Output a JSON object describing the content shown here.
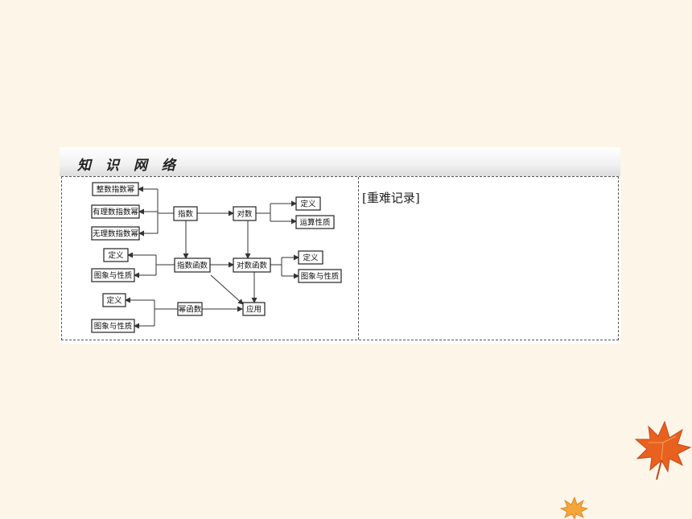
{
  "panel": {
    "banner_title": "知 识 网 络",
    "notes_title": "[重难记录]"
  },
  "diagram": {
    "nodes": [
      {
        "id": "int_exp",
        "label": "整数指数幂"
      },
      {
        "id": "rat_exp",
        "label": "有理数指数幂"
      },
      {
        "id": "irr_exp",
        "label": "无理数指数幂"
      },
      {
        "id": "exponent",
        "label": "指数"
      },
      {
        "id": "log",
        "label": "对数"
      },
      {
        "id": "log_def",
        "label": "定义"
      },
      {
        "id": "log_ops",
        "label": "运算性质"
      },
      {
        "id": "exp_def",
        "label": "定义"
      },
      {
        "id": "exp_graph",
        "label": "图象与性质"
      },
      {
        "id": "exp_func",
        "label": "指数函数"
      },
      {
        "id": "log_func",
        "label": "对数函数"
      },
      {
        "id": "logf_def",
        "label": "定义"
      },
      {
        "id": "logf_graph",
        "label": "图象与性质"
      },
      {
        "id": "pow_def",
        "label": "定义"
      },
      {
        "id": "pow_graph",
        "label": "图象与性质"
      },
      {
        "id": "pow_func",
        "label": "幂函数"
      },
      {
        "id": "application",
        "label": "应用"
      }
    ]
  },
  "colors": {
    "background": "#fdf6e8",
    "leaf_orange": "#e8611f",
    "leaf_yellow": "#f3a63a"
  }
}
